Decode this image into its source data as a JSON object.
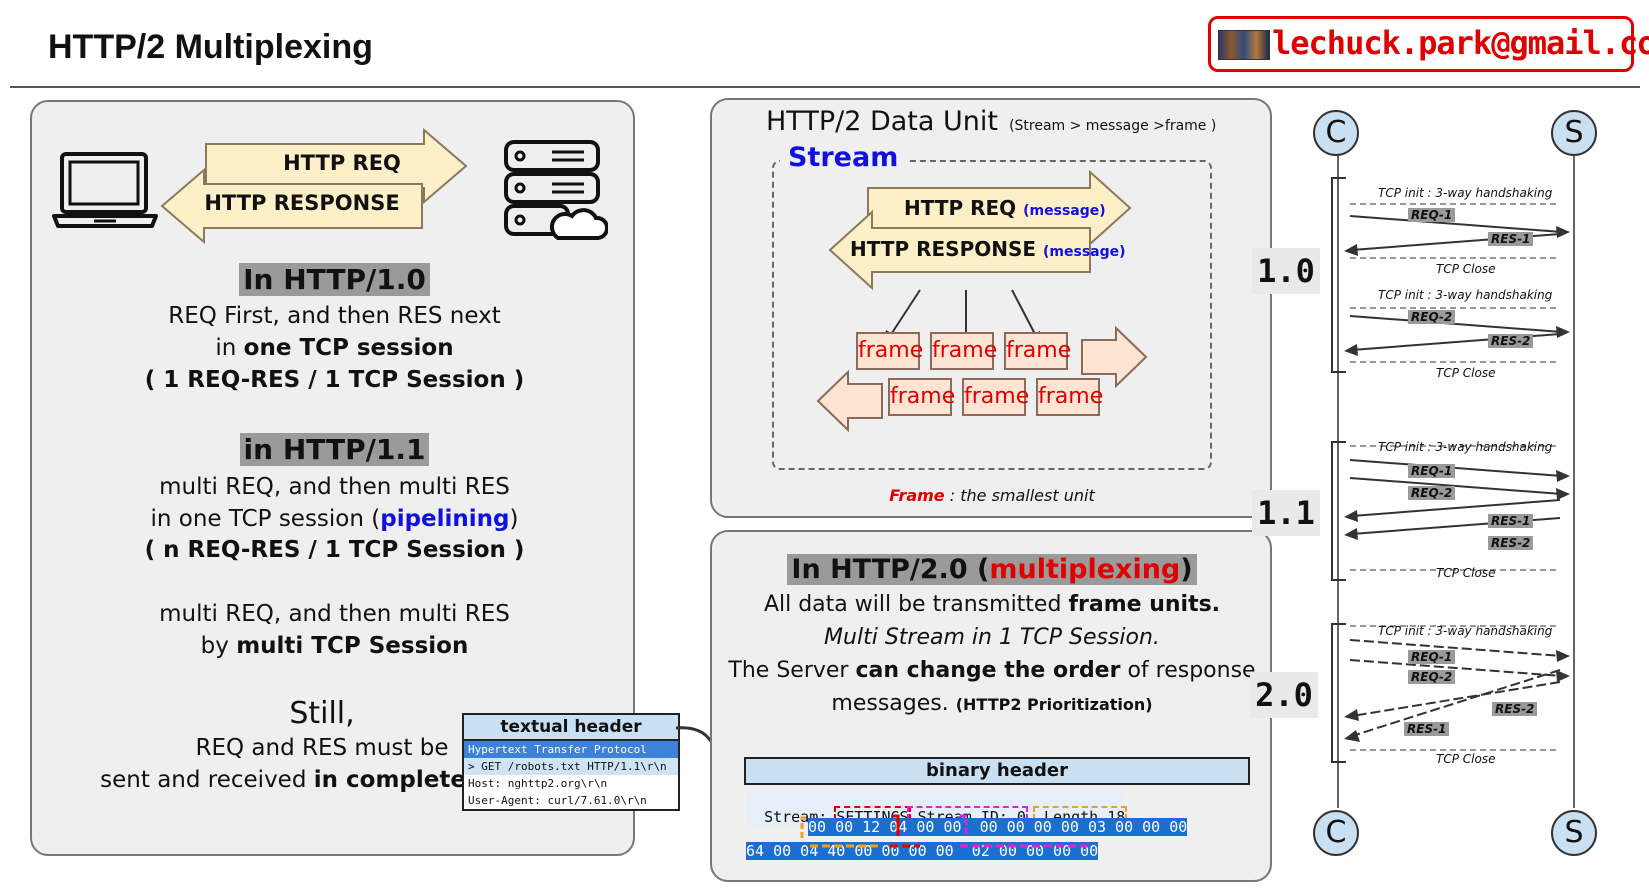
{
  "header": {
    "title": "HTTP/2 Multiplexing",
    "email": "lechuck.park@gmail.com"
  },
  "left": {
    "arrow_req": "HTTP REQ",
    "arrow_res": "HTTP RESPONSE",
    "h10_title": "In HTTP/1.0",
    "h10_l1": "REQ First, and then RES next",
    "h10_l2a": "in ",
    "h10_l2b": "one TCP session",
    "h10_l3": "( 1 REQ-RES / 1 TCP Session )",
    "h11_title": "in HTTP/1.1",
    "h11_l1": "multi REQ, and then multi RES",
    "h11_l2a": "in one TCP session (",
    "h11_l2b": "pipelining",
    "h11_l2c": ")",
    "h11_l3": "( n REQ-RES / 1 TCP Session )",
    "h11_l4": "multi REQ, and then multi RES",
    "h11_l5a": "by ",
    "h11_l5b": "multi TCP Session",
    "still": "Still,",
    "still_l1": "REQ and RES must be",
    "still_l2a": "sent and received ",
    "still_l2b": "in complete form."
  },
  "textual_header": {
    "title": "textual header",
    "lines": [
      "Hypertext Transfer Protocol",
      "> GET /robots.txt HTTP/1.1\\r\\n",
      "  Host: nghttp2.org\\r\\n",
      "  User-Agent: curl/7.61.0\\r\\n"
    ]
  },
  "data_unit": {
    "title": "HTTP/2 Data Unit",
    "subtitle": "(Stream > message >frame )",
    "stream_label": "Stream",
    "req": "HTTP REQ",
    "req_tag": "(message)",
    "res": "HTTP RESPONSE",
    "res_tag": "(message)",
    "frames": [
      "frame",
      "frame",
      "frame",
      "frame",
      "frame",
      "frame"
    ],
    "caption_a": "Frame",
    "caption_b": " : the smallest unit"
  },
  "http2": {
    "title_a": "In HTTP/2.0 (",
    "title_b": "multiplexing",
    "title_c": ")",
    "l1a": "All data will be transmitted ",
    "l1b": "frame units.",
    "l2": "Multi Stream in 1 TCP Session.",
    "l3a": "The Server ",
    "l3b": "can change the order",
    "l3c": " of response",
    "l4a": "messages. ",
    "l4b": "(HTTP2 Prioritization)",
    "binary_title": "binary header",
    "stream_prefix": "Stream: ",
    "settings": "SETTINGS",
    "stream_id": " Stream ID: 0",
    "length": " Length 18",
    "hex1": "00 00 12 04 00 00  00 00 00 00 03 00 00 00",
    "hex2": "64 00 04 40 00 00 00 00  02 00 00 00 00"
  },
  "sequence": {
    "client": "C",
    "server": "S",
    "versions": [
      "1.0",
      "1.1",
      "2.0"
    ],
    "tcp_init": "TCP init : 3-way handshaking",
    "tcp_close": "TCP Close",
    "msgs": {
      "req1": "REQ-1",
      "res1": "RES-1",
      "req2": "REQ-2",
      "res2": "RES-2"
    }
  }
}
